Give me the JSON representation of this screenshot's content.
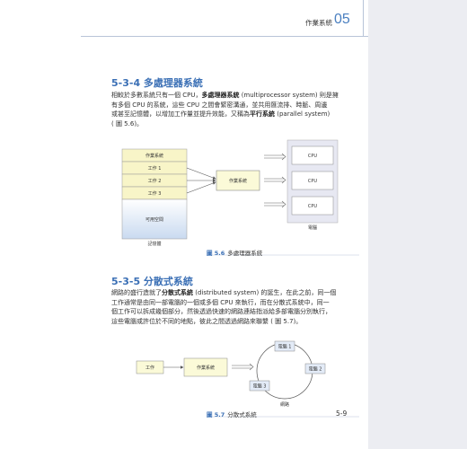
{
  "header": {
    "chapter_title": "作業系統",
    "chapter_number": "05"
  },
  "section1": {
    "title": "5-3-4  多處理器系統",
    "para": [
      "相較於多數系統只有一個 CPU，",
      "多處理器系統",
      " (multiprocessor system) 則是擁",
      "有多個 CPU 的系統，這些 CPU 之間會緊密溝通，並共用匯流排、時脈、周邊",
      "或甚至記憶體，以增加工作量並提升效能，又稱為",
      "平行系統",
      " (parallel system)",
      "( 圖 5.6)。"
    ]
  },
  "figure56": {
    "memory_boxes": [
      "作業系統",
      "工作 1",
      "工作 2",
      "工作 3",
      "可用空間"
    ],
    "memory_label": "記憶體",
    "os_box": "作業系統",
    "cpus": [
      "CPU",
      "CPU",
      "CPU"
    ],
    "computer_label": "電腦",
    "caption_num": "圖 5.6",
    "caption_text": "多處理器系統"
  },
  "section2": {
    "title": "5-3-5  分散式系統",
    "para": [
      "網路的盛行造就了",
      "分散式系統",
      " (distributed system) 的誕生，在此之前，同一個",
      "工作通常是由同一部電腦的一個或多個 CPU 來執行，而在分散式系統中，同一",
      "個工作可以拆成幾個部分，然後透過快速的網路連結指派給多部電腦分別執行，",
      "這些電腦或許位於不同的地點，彼此之間透過網路來聯繫 ( 圖 5.7)。"
    ]
  },
  "figure57": {
    "job": "工作",
    "os_box": "作業系統",
    "computers": [
      "電腦 1",
      "電腦 2",
      "電腦 3"
    ],
    "network_label": "網路",
    "caption_num": "圖 5.7",
    "caption_text": "分散式系統"
  },
  "page_number": "5-9",
  "colors": {
    "accent": "#3a6fb5",
    "memory_fill": "#f8f5c8",
    "os_fill": "#fbfad8",
    "cpu_panel": "#e7e8f2"
  }
}
